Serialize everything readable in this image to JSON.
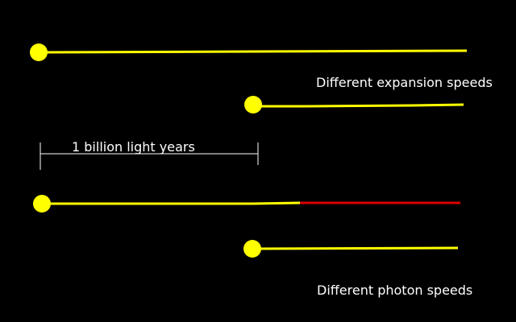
{
  "labels": {
    "expansion": "Different expansion speeds",
    "distance": "1 billion light years",
    "photon": "Different photon speeds"
  },
  "colors": {
    "background": "#000000",
    "ray": "#ffff00",
    "slow_segment": "#dd0000",
    "text": "#ffffff"
  }
}
